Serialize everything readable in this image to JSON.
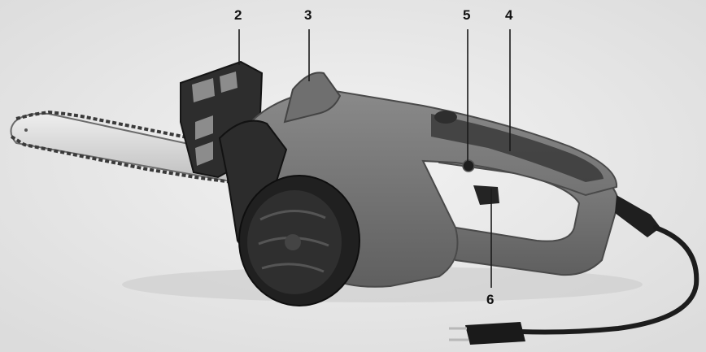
{
  "callouts": {
    "c2": "2",
    "c3": "3",
    "c5": "5",
    "c4": "4",
    "c6": "6"
  },
  "colors": {
    "background": "#e9e9e9",
    "body": "#7a7a7a",
    "dark_plastic": "#2c2c2c",
    "blade": "#d7d7d7",
    "cord": "#1f1f1f"
  },
  "icons": {
    "corner_tab": "corner-tab-icon"
  }
}
